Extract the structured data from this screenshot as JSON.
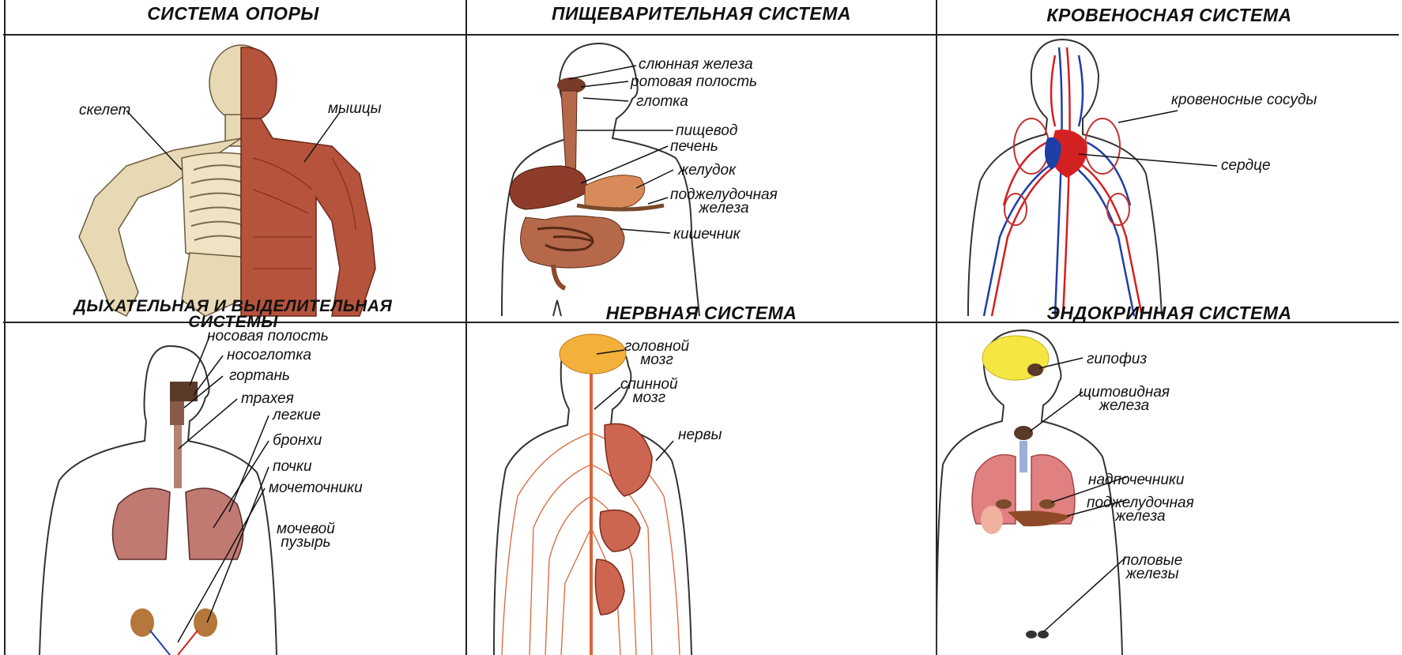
{
  "panels": {
    "support": {
      "title": "СИСТЕМА ОПОРЫ",
      "labels": {
        "skeleton": "скелет",
        "muscles": "мышцы"
      }
    },
    "digestive": {
      "title": "ПИЩЕВАРИТЕЛЬНАЯ СИСТЕМА",
      "labels": {
        "salivary": "слюнная железа",
        "mouth": "ротовая полость",
        "pharynx": "глотка",
        "esophagus": "пищевод",
        "liver": "печень",
        "stomach": "желудок",
        "pancreas_1": "поджелудочная",
        "pancreas_2": "железа",
        "intestine": "кишечник"
      }
    },
    "circulatory": {
      "title": "КРОВЕНОСНАЯ СИСТЕМА",
      "labels": {
        "vessels": "кровеносные сосуды",
        "heart": "сердце"
      }
    },
    "respiratory": {
      "title_1": "ДЫХАТЕЛЬНАЯ И ВЫДЕЛИТЕЛЬНАЯ",
      "title_2": "СИСТЕМЫ",
      "labels": {
        "nasal": "носовая полость",
        "nasopharynx": "носоглотка",
        "larynx": "гортань",
        "trachea": "трахея",
        "lungs": "легкие",
        "bronchi": "бронхи",
        "kidneys": "почки",
        "ureters": "мочеточники",
        "bladder_1": "мочевой",
        "bladder_2": "пузырь"
      }
    },
    "nervous": {
      "title": "НЕРВНАЯ СИСТЕМА",
      "labels": {
        "brain_1": "головной",
        "brain_2": "мозг",
        "spinal_1": "спинной",
        "spinal_2": "мозг",
        "nerves": "нервы"
      }
    },
    "endocrine": {
      "title": "ЭНДОКРИННАЯ СИСТЕМА",
      "labels": {
        "pituitary": "гипофиз",
        "thyroid_1": "щитовидная",
        "thyroid_2": "железа",
        "adrenal": "надпочечники",
        "pancreas_1": "поджелудочная",
        "pancreas_2": "железа",
        "gonads_1": "половые",
        "gonads_2": "железы"
      }
    }
  },
  "colors": {
    "grid": "#222222",
    "outline": "#333333",
    "bone": "#e8d9b5",
    "muscle": "#b5533c",
    "organ": "#9c4f36",
    "artery": "#d32020",
    "vein": "#1e3fa8",
    "nerve": "#d9663a",
    "brain": "#f3b03a",
    "lung": "#d98a86",
    "gland_yellow": "#f5e642",
    "gland_dark": "#5b3a2a"
  }
}
